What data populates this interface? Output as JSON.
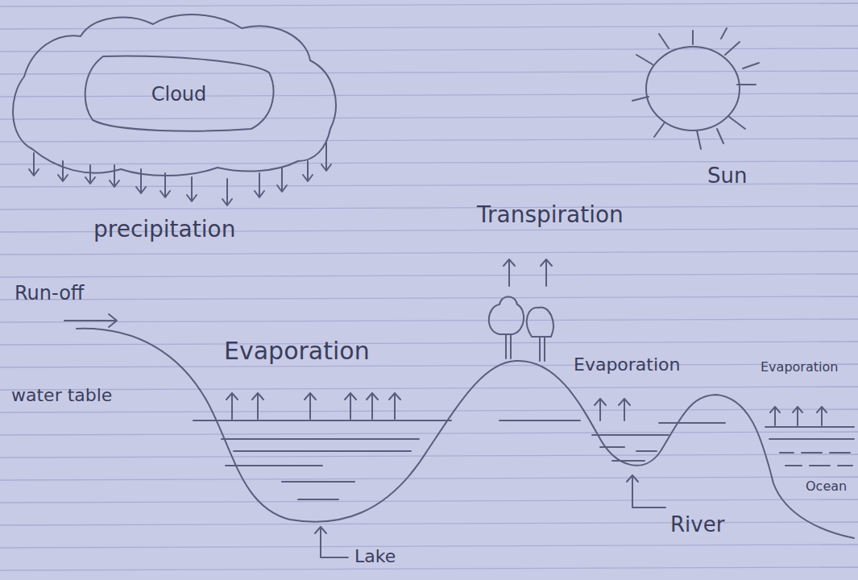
{
  "diagram": {
    "nodes": [
      {
        "text": [
          "Cloud"
        ]
      }
    ],
    "labels": [
      "Sun",
      "precipitation",
      "Transpiration",
      "Run-off",
      "Evaporation",
      "water table",
      "Evaporation",
      "Evaporation",
      "Lake",
      "River",
      "Ocean"
    ]
  }
}
